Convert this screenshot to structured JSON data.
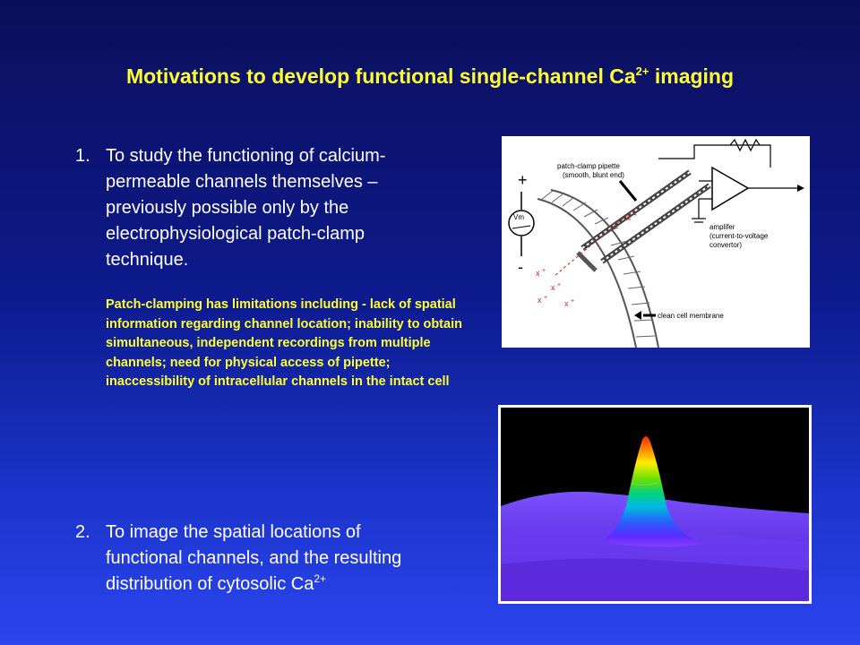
{
  "slide": {
    "title_main": "Motivations to develop functional single-channel Ca",
    "title_sup": "2+",
    "title_end": " imaging"
  },
  "point1": {
    "number": "1.",
    "line1": "To study the functioning of calcium-",
    "line2": "permeable channels themselves –",
    "line3": "previously possible only by the",
    "line4": "electrophysiological  patch-clamp",
    "line5": "technique."
  },
  "note": "Patch-clamping has limitations including - lack of spatial information regarding channel location; inability to obtain simultaneous, independent recordings from multiple channels; need for physical access of pipette; inaccessibility of intracellular channels in the intact cell",
  "point2": {
    "number": "2.",
    "line1": "To image the spatial locations of",
    "line2": "functional channels, and the resulting",
    "line3": "distribution of cytosolic Ca",
    "line3_sup": "2+"
  },
  "patch_figure": {
    "pipette_label_1": "patch-clamp pipette",
    "pipette_label_2": "(smooth, blunt end)",
    "amp_label_1": "amplifer",
    "amp_label_2": "(current-to-voltage",
    "amp_label_3": "convertor)",
    "membrane_label": "clean cell membrane",
    "vm_label": "Vm",
    "plus": "+",
    "minus": "-",
    "ion": "x",
    "ion_charge": "+"
  }
}
